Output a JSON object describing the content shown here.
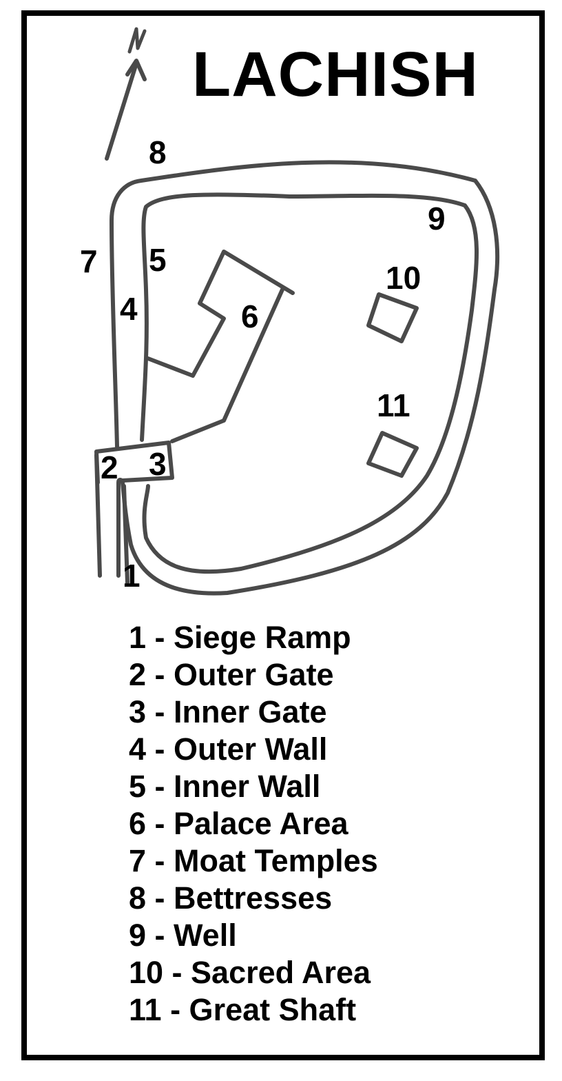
{
  "title": "LACHISH",
  "north_label": "N",
  "ink_color": "#4a4a4a",
  "map_labels": [
    "1",
    "2",
    "3",
    "4",
    "5",
    "6",
    "7",
    "8",
    "9",
    "10",
    "11"
  ],
  "legend": [
    "1 - Siege Ramp",
    "2 - Outer Gate",
    "3 - Inner Gate",
    "4 - Outer Wall",
    "5 - Inner Wall",
    "6 - Palace Area",
    "7 - Moat Temples",
    "8 - Bettresses",
    "9 - Well",
    "10 - Sacred Area",
    "11 - Great Shaft"
  ]
}
